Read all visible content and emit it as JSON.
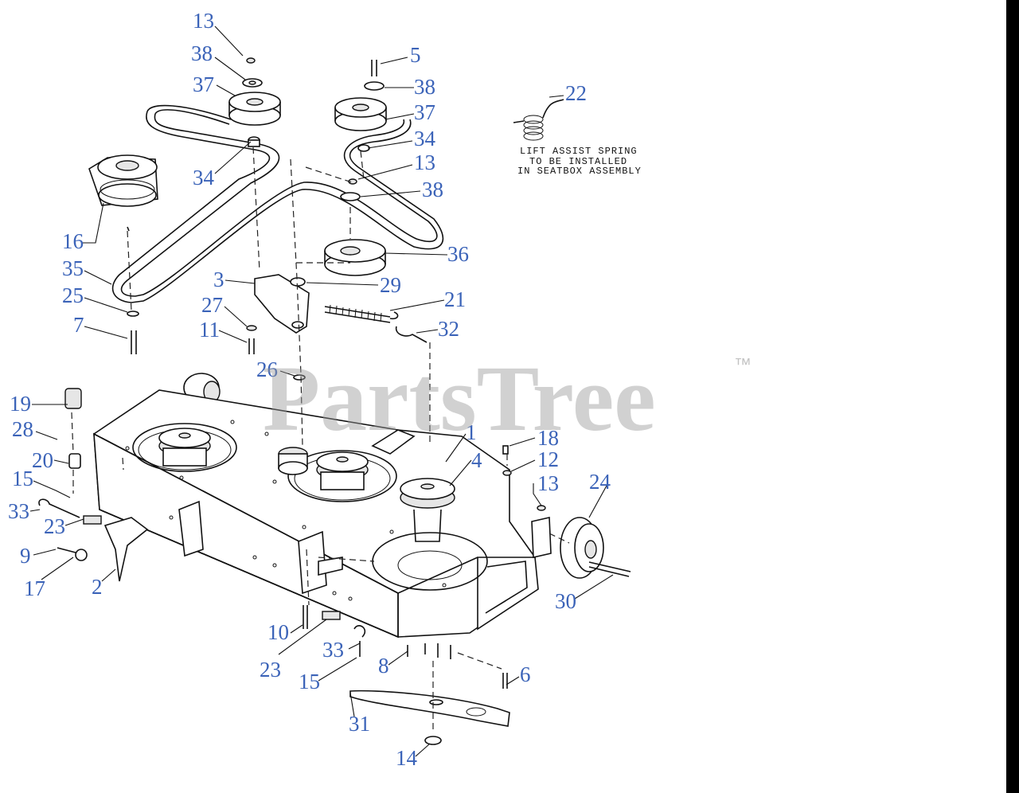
{
  "watermark": {
    "text": "PartsTree",
    "trademark": "™"
  },
  "note": {
    "lines": [
      "LIFT ASSIST SPRING",
      "TO BE INSTALLED",
      "IN SEATBOX ASSEMBLY"
    ]
  },
  "callouts": [
    {
      "id": "c13a",
      "label": "13"
    },
    {
      "id": "c38a",
      "label": "38"
    },
    {
      "id": "c37a",
      "label": "37"
    },
    {
      "id": "c5",
      "label": "5"
    },
    {
      "id": "c38b",
      "label": "38"
    },
    {
      "id": "c37b",
      "label": "37"
    },
    {
      "id": "c34b",
      "label": "34"
    },
    {
      "id": "c13b",
      "label": "13"
    },
    {
      "id": "c38c",
      "label": "38"
    },
    {
      "id": "c34a",
      "label": "34"
    },
    {
      "id": "c16",
      "label": "16"
    },
    {
      "id": "c35",
      "label": "35"
    },
    {
      "id": "c36",
      "label": "36"
    },
    {
      "id": "c3",
      "label": "3"
    },
    {
      "id": "c29",
      "label": "29"
    },
    {
      "id": "c21",
      "label": "21"
    },
    {
      "id": "c25",
      "label": "25"
    },
    {
      "id": "c27",
      "label": "27"
    },
    {
      "id": "c32",
      "label": "32"
    },
    {
      "id": "c7",
      "label": "7"
    },
    {
      "id": "c11",
      "label": "11"
    },
    {
      "id": "c26",
      "label": "26"
    },
    {
      "id": "c22",
      "label": "22"
    },
    {
      "id": "c19",
      "label": "19"
    },
    {
      "id": "c28",
      "label": "28"
    },
    {
      "id": "c1",
      "label": "1"
    },
    {
      "id": "c18",
      "label": "18"
    },
    {
      "id": "c20",
      "label": "20"
    },
    {
      "id": "c4",
      "label": "4"
    },
    {
      "id": "c12",
      "label": "12"
    },
    {
      "id": "c15a",
      "label": "15"
    },
    {
      "id": "c13c",
      "label": "13"
    },
    {
      "id": "c24",
      "label": "24"
    },
    {
      "id": "c33a",
      "label": "33"
    },
    {
      "id": "c23a",
      "label": "23"
    },
    {
      "id": "c9",
      "label": "9"
    },
    {
      "id": "c17",
      "label": "17"
    },
    {
      "id": "c2",
      "label": "2"
    },
    {
      "id": "c30",
      "label": "30"
    },
    {
      "id": "c10",
      "label": "10"
    },
    {
      "id": "c23b",
      "label": "23"
    },
    {
      "id": "c33b",
      "label": "33"
    },
    {
      "id": "c8",
      "label": "8"
    },
    {
      "id": "c6",
      "label": "6"
    },
    {
      "id": "c15b",
      "label": "15"
    },
    {
      "id": "c31",
      "label": "31"
    },
    {
      "id": "c14",
      "label": "14"
    }
  ]
}
